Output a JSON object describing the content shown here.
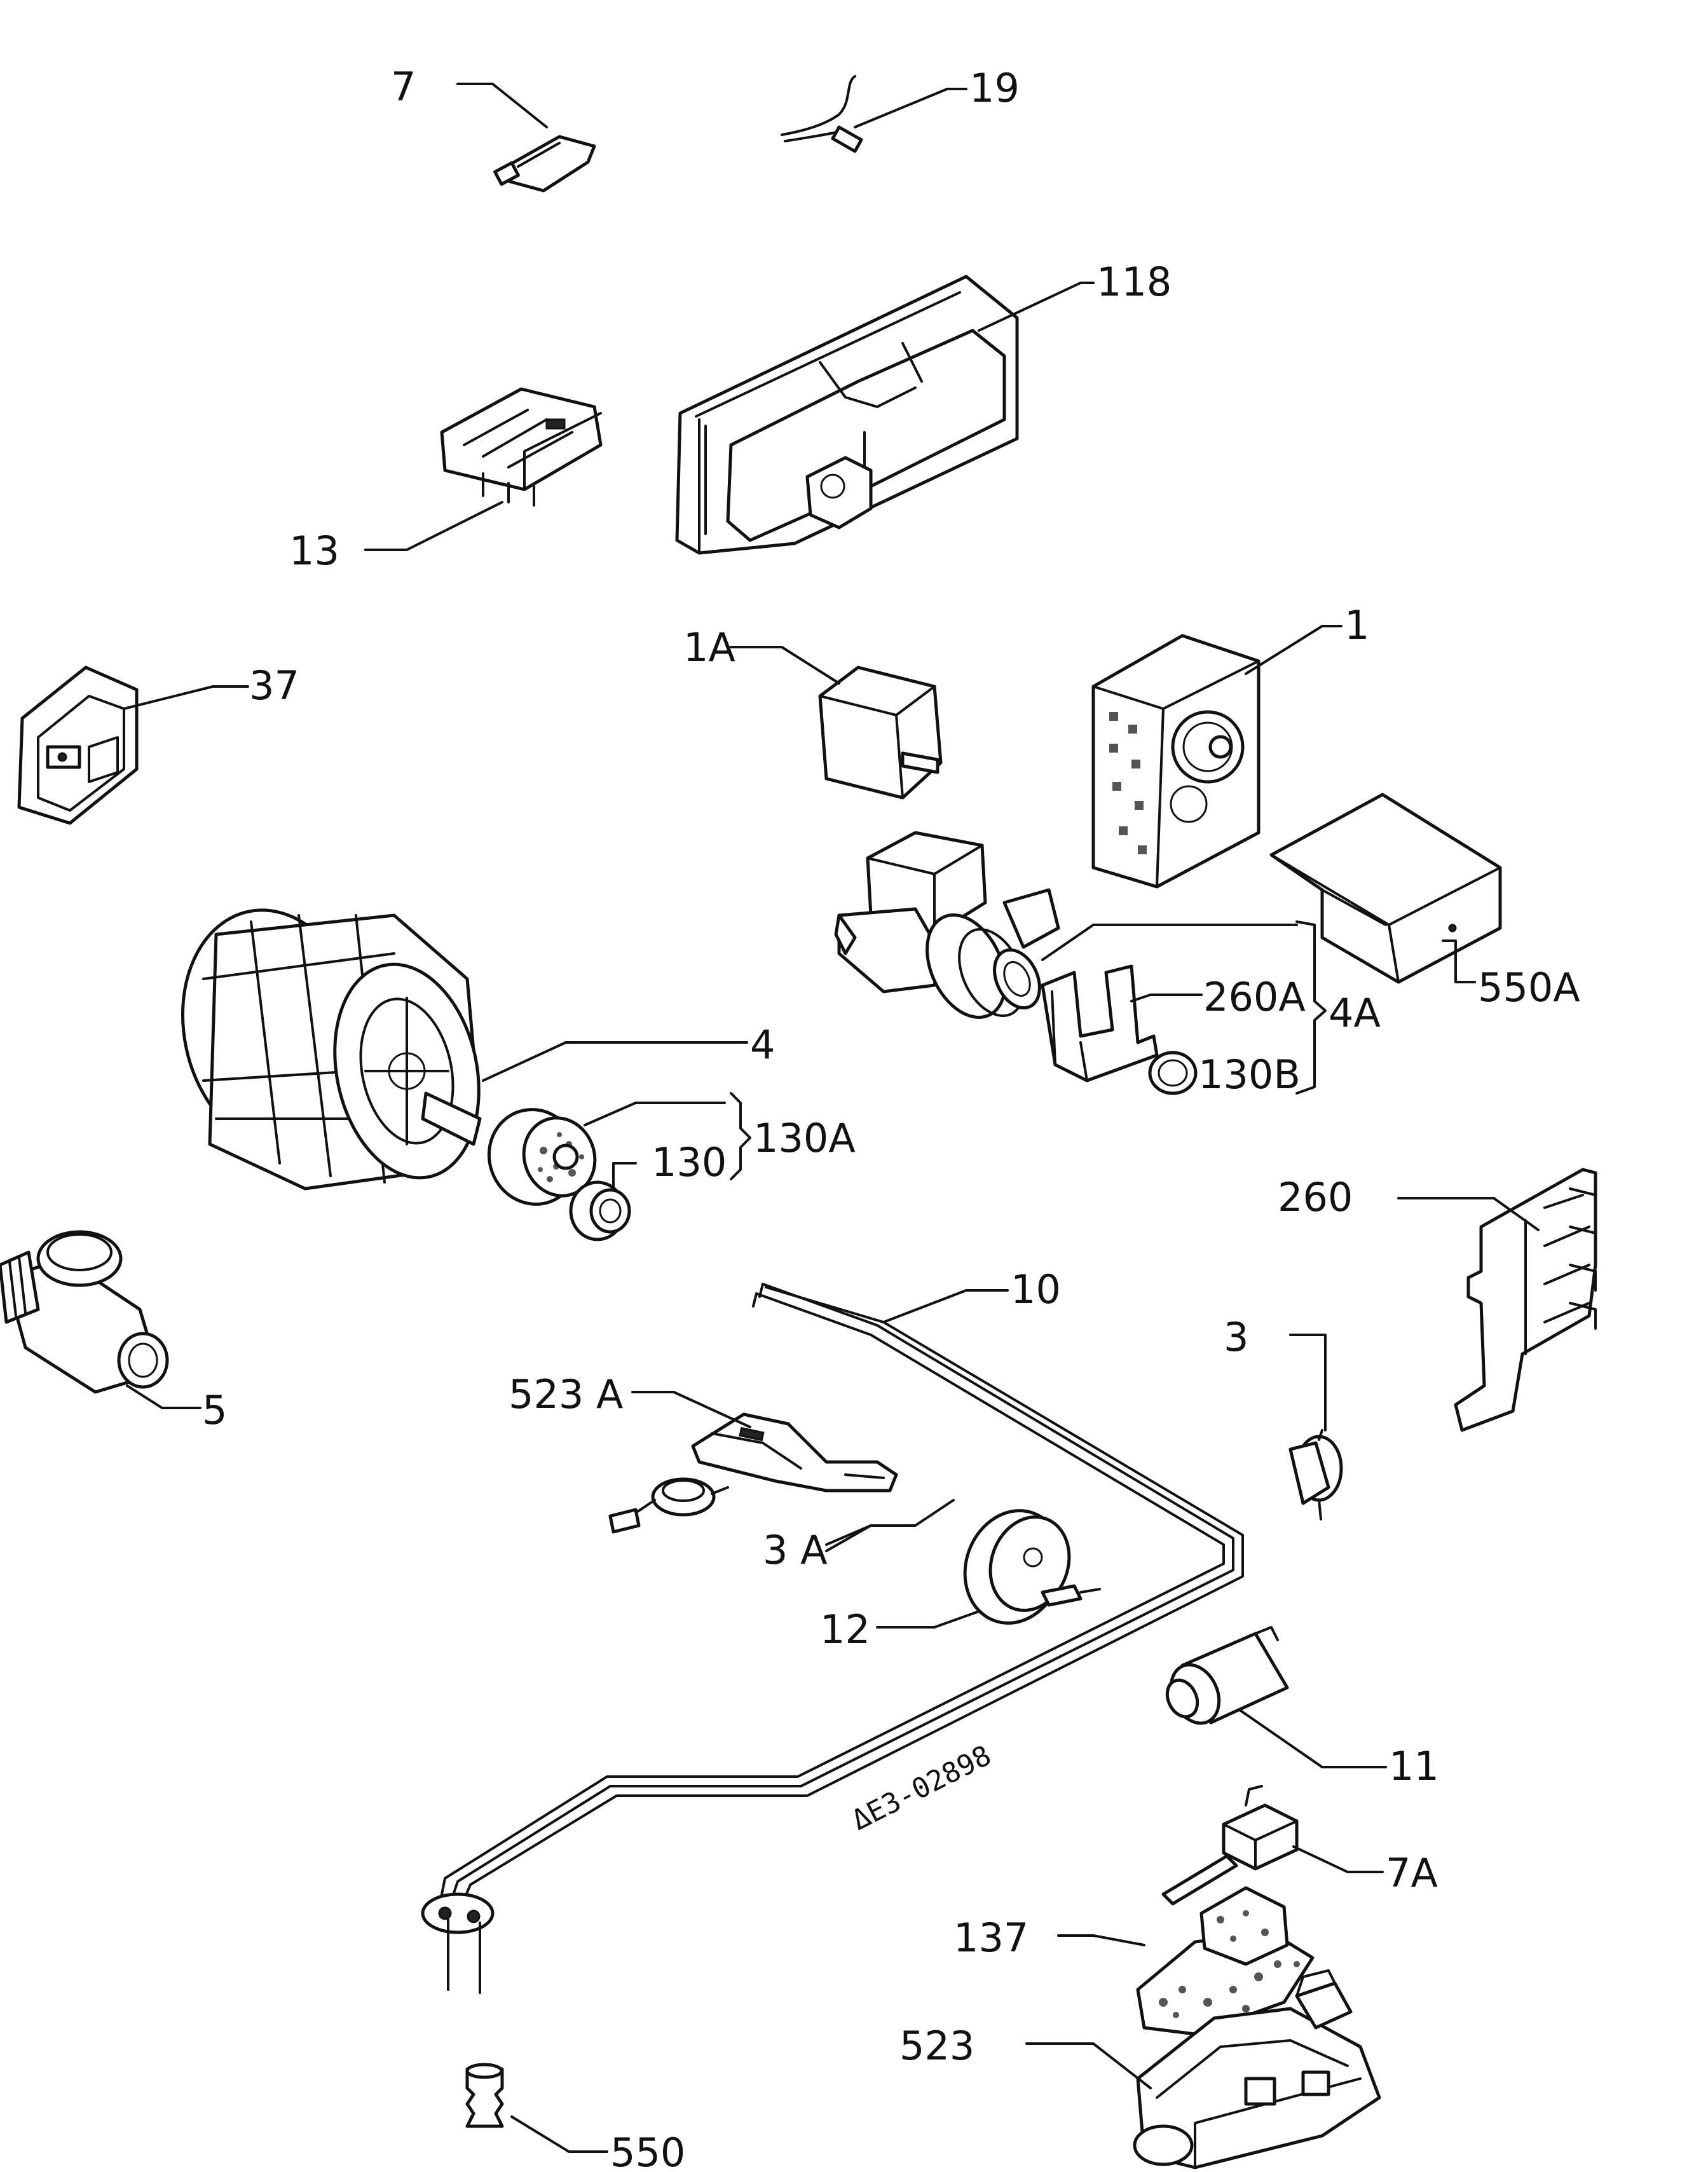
{
  "labels": {
    "p7": "7",
    "p19": "19",
    "p118": "118",
    "p13": "13",
    "p1A": "1A",
    "p1": "1",
    "p37": "37",
    "p260A": "260A",
    "p4A": "4A",
    "p550A": "550A",
    "p130B": "130B",
    "p4": "4",
    "p130A": "130A",
    "p130": "130",
    "p260": "260",
    "p10": "10",
    "p5": "5",
    "p3": "3",
    "p523A": "523 A",
    "p3A": "3 A",
    "p12": "12",
    "p11": "11",
    "p7A": "7A",
    "p137": "137",
    "p523": "523",
    "p550": "550"
  },
  "drawing_code": "ΔE3-02898"
}
